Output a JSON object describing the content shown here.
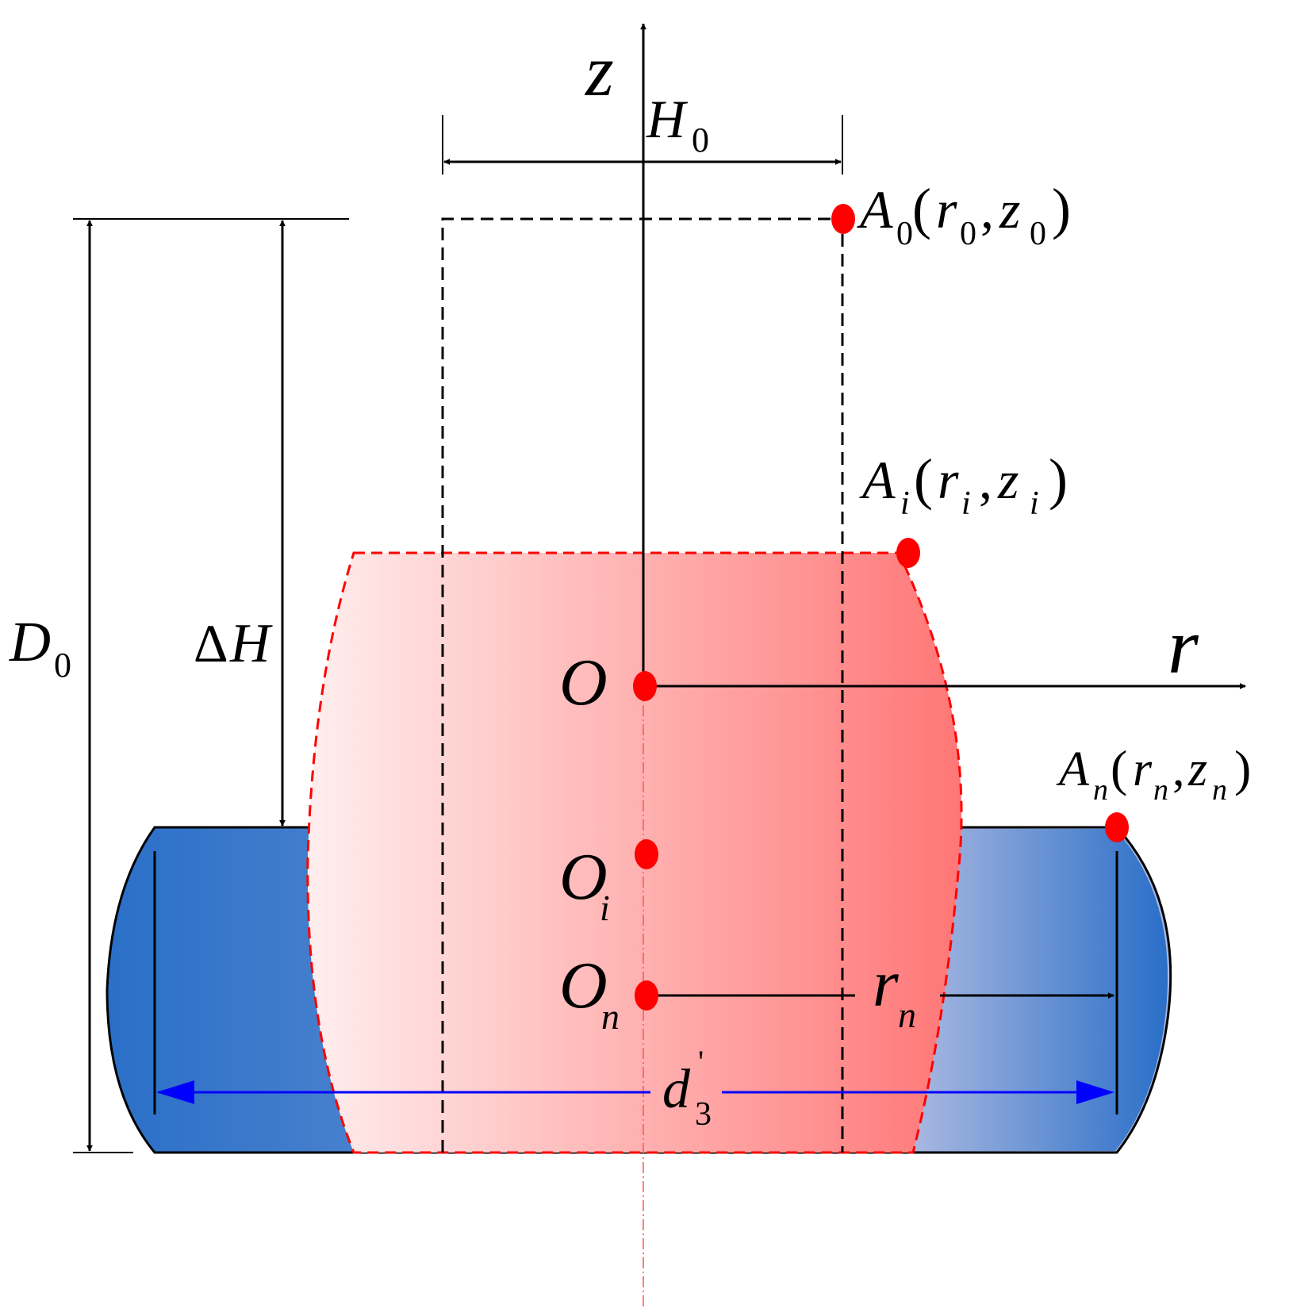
{
  "labels": {
    "z_axis": "z",
    "r_axis": "r",
    "H0_main": "H",
    "H0_sub": "0",
    "D0_main": "D",
    "D0_sub": "0",
    "dH_delta": "Δ",
    "dH_main": "H",
    "O": "O",
    "Oi_main": "O",
    "Oi_sub": "i",
    "On_main": "O",
    "On_sub": "n",
    "rn_main": "r",
    "rn_sub": "n",
    "d3_main": "d",
    "d3_sub": "3",
    "d3_sup": "'",
    "A0": {
      "A": "A",
      "sub": "0",
      "open": "(",
      "r": "r",
      "rsub": "0",
      "comma": ",",
      "z": "z",
      "zsub": "0",
      "close": ")"
    },
    "Ai": {
      "A": "A",
      "sub": "i",
      "open": "(",
      "r": "r",
      "rsub": "i",
      "comma": ",",
      "z": "z",
      "zsub": "i",
      "close": ")"
    },
    "An": {
      "A": "A",
      "sub": "n",
      "open": "(",
      "r": "r",
      "rsub": "n",
      "comma": ",",
      "z": "z",
      "zsub": "n",
      "close": ")"
    }
  },
  "colors": {
    "blue_dark": "#2a6fc8",
    "blue_light": "#aab8e0",
    "red_light": "#ffecec",
    "red_dark": "#ff7a7a",
    "red_dash": "#ff0000",
    "point": "#ff0000",
    "dim_blue": "#0000ff"
  }
}
